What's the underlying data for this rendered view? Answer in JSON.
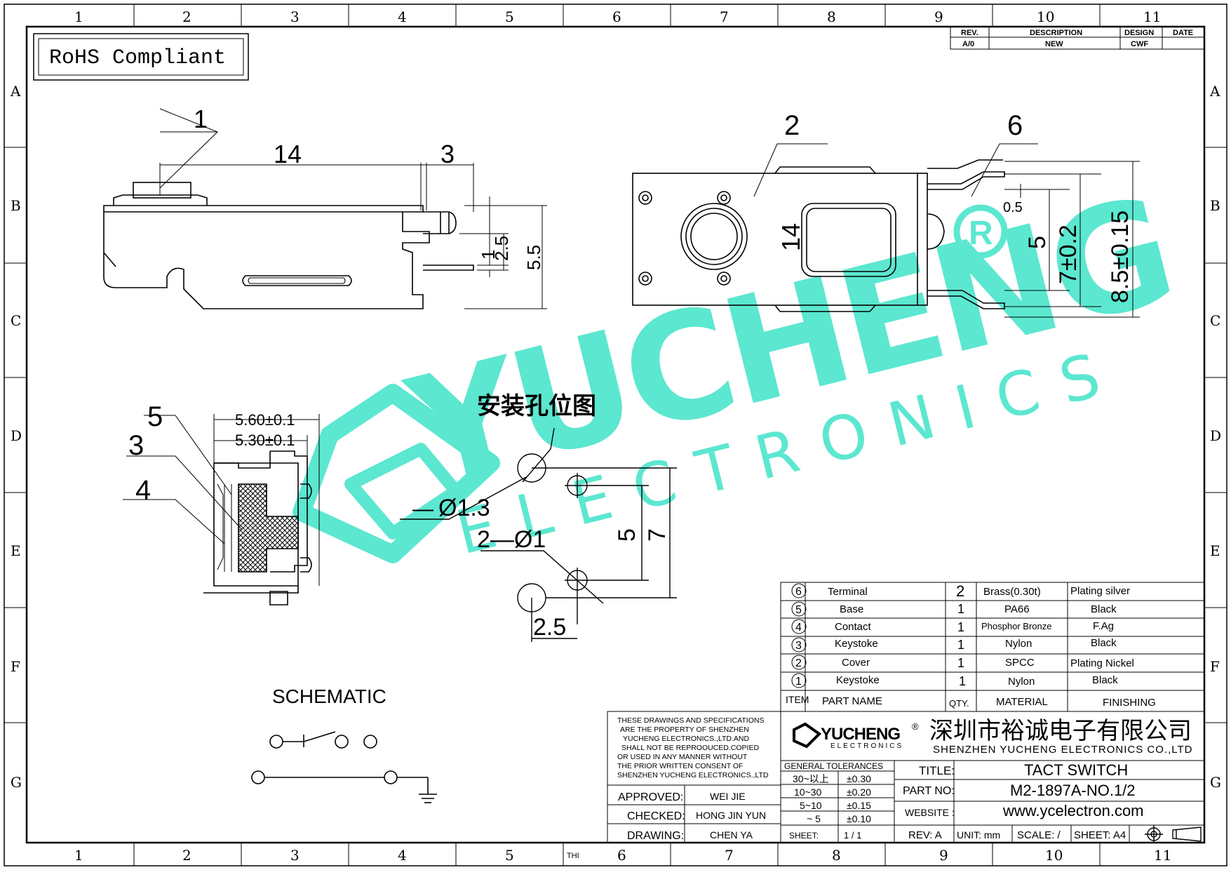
{
  "frame": {
    "columns": [
      "1",
      "2",
      "3",
      "4",
      "5",
      "6",
      "7",
      "8",
      "9",
      "10",
      "11"
    ],
    "rows": [
      "A",
      "B",
      "C",
      "D",
      "E",
      "F",
      "G"
    ],
    "bottom_note": "THI"
  },
  "rohs_label": "RoHS Compliant",
  "revision_block": {
    "headers": [
      "REV.",
      "DESCRIPTION",
      "DESIGN",
      "DATE"
    ],
    "row": [
      "A/0",
      "NEW",
      "CWF",
      ""
    ]
  },
  "watermark": {
    "brand": "YUCHENG",
    "sub": "ELECTRONICS",
    "registered": "®",
    "color": "#3fe3c8"
  },
  "side_view": {
    "callout": "1",
    "dims": {
      "length": "14",
      "overhang": "3",
      "h_total": "5.5",
      "h_mid": "2.5",
      "h_pin": "1"
    }
  },
  "top_view": {
    "callout_body": "2",
    "callout_pin": "6",
    "marking": "14",
    "dims": {
      "pitch": "5",
      "inner": "7±0.2",
      "outer": "8.5±0.15",
      "pin_thk": "0.5"
    }
  },
  "section_view": {
    "callouts": [
      "5",
      "3",
      "4"
    ],
    "dim_outer": "5.60±0.1",
    "dim_inner": "5.30±0.1"
  },
  "pcb_layout": {
    "title": "安装孔位图",
    "hole_big": "Ø1.3",
    "hole_big_prefix": "—",
    "hole_small": "2—Ø1",
    "dim_pitch": "5",
    "dim_span": "7",
    "dim_offset": "2.5"
  },
  "schematic_label": "SCHEMATIC",
  "bom": {
    "rows": [
      {
        "no": "6",
        "name": "Terminal",
        "qty": "2",
        "material": "Brass(0.30t)",
        "finish": "Plating  silver"
      },
      {
        "no": "5",
        "name": "Base",
        "qty": "1",
        "material": "PA66",
        "finish": "Black"
      },
      {
        "no": "4",
        "name": "Contact",
        "qty": "1",
        "material": "Phosphor Bronze",
        "finish": "F.Ag"
      },
      {
        "no": "3",
        "name": "Keystoke",
        "qty": "1",
        "material": "Nylon",
        "finish": "Black"
      },
      {
        "no": "2",
        "name": "Cover",
        "qty": "1",
        "material": "SPCC",
        "finish": "Plating Nickel"
      },
      {
        "no": "1",
        "name": "Keystoke",
        "qty": "1",
        "material": "Nylon",
        "finish": "Black"
      }
    ],
    "header": {
      "no": "ITEM",
      "name": "PART  NAME",
      "qty": "QTY.",
      "material": "MATERIAL",
      "finish": "FINISHING"
    }
  },
  "title_block": {
    "notice_lines": [
      "THESE DRAWINGS AND SPECIFICATIONS",
      "ARE THE PROPERTY OF SHENZHEN",
      "YUCHENG ELECTRONICS.,LTD.AND",
      "SHALL NOT BE REPROOUCED.COPIED",
      "OR USED IN ANY MANNER WITHOUT",
      "THE PRIOR WRITTEN CONSENT OF",
      "SHENZHEN YUCHENG ELECTRONICS.,LTD"
    ],
    "logo_brand": "YUCHENG",
    "logo_sub": "ELECTRONICS",
    "company_cn": "深圳市裕诚电子有限公司",
    "company_en": "SHENZHEN YUCHENG ELECTRONICS CO.,LTD",
    "signatures": [
      {
        "role": "APPROVED:",
        "name": "WEI JIE"
      },
      {
        "role": "CHECKED:",
        "name": "HONG JIN YUN"
      },
      {
        "role": "DRAWING:",
        "name": "CHEN YA"
      }
    ],
    "tolerances_title": "GENERAL TOLERANCES",
    "tolerances": [
      {
        "range": "30~以上",
        "tol": "±0.30"
      },
      {
        "range": "10~30",
        "tol": "±0.20"
      },
      {
        "range": "5~10",
        "tol": "±0.15"
      },
      {
        "range": "~ 5",
        "tol": "±0.10"
      }
    ],
    "sheet_label": "SHEET:",
    "sheet_value": "1 / 1",
    "title_label": "TITLE:",
    "title_value": "TACT SWITCH",
    "partno_label": "PART NO:",
    "partno_value": "M2-1897A-NO.1/2",
    "website_label": "WEBSITE :",
    "website_value": "www.ycelectron.com",
    "rev": "REV: A",
    "unit": "UNIT: mm",
    "scale": "SCALE: /",
    "sheet_size": "SHEET: A4"
  }
}
